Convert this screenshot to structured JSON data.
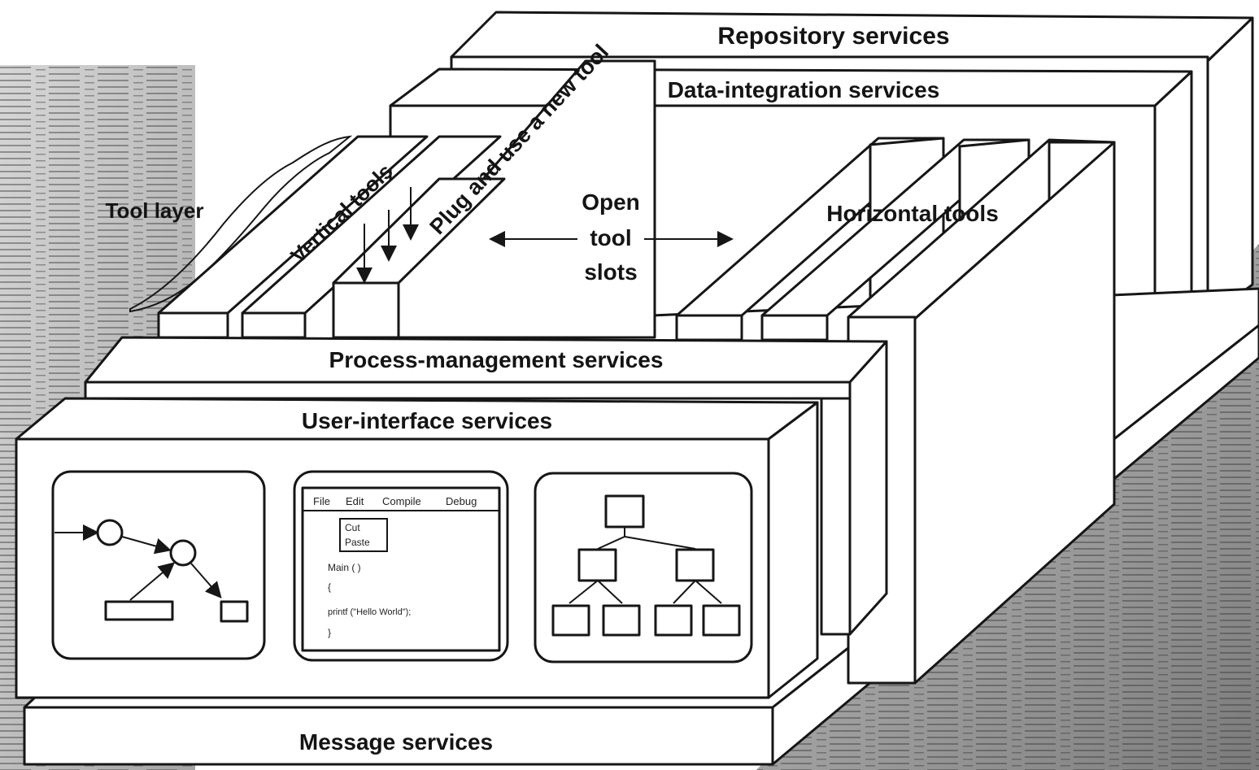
{
  "labels": {
    "repository": "Repository services",
    "data_integration": "Data-integration services",
    "process_management": "Process-management services",
    "user_interface": "User-interface services",
    "message": "Message services",
    "tool_layer": "Tool layer",
    "vertical_tools": "Vertical tools",
    "plug_and_use": "Plug and use a new tool",
    "open_tool_slots": [
      "Open",
      "tool",
      "slots"
    ],
    "horizontal_tools": "Horizontal tools"
  },
  "editor_window": {
    "menu": [
      "File",
      "Edit",
      "Compile",
      "Debug"
    ],
    "popup": [
      "Cut",
      "Paste"
    ],
    "code": [
      "Main ( )",
      "{",
      "printf (\"Hello World\");",
      "}"
    ]
  },
  "colors": {
    "line": "#161616",
    "panel": "#ffffff",
    "background_texture": "#8a8a8a"
  }
}
